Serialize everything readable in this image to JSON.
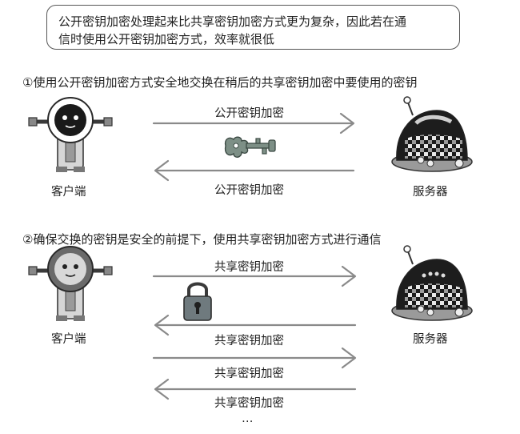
{
  "note": {
    "line1": "公开密钥加密处理起来比共享密钥加密方式更为复杂，因此若在通",
    "line2": "信时使用公开密钥加密方式，效率就很低"
  },
  "step1": {
    "title": "①使用公开密钥加密方式安全地交换在稍后的共享密钥加密中要使用的密钥",
    "arrow_top_label": "公开密钥加密",
    "arrow_bottom_label": "公开密钥加密",
    "client_label": "客户端",
    "server_label": "服务器"
  },
  "step2": {
    "title": "②确保交换的密钥是安全的前提下，使用共享密钥加密方式进行通信",
    "arrow_labels": [
      "共享密钥加密",
      "共享密钥加密",
      "共享密钥加密",
      "共享密钥加密"
    ],
    "client_label": "客户端",
    "server_label": "服务器",
    "ellipsis": "…"
  },
  "icons": [
    "robot-client-icon",
    "robot-server-icon",
    "key-icon",
    "padlock-icon"
  ]
}
